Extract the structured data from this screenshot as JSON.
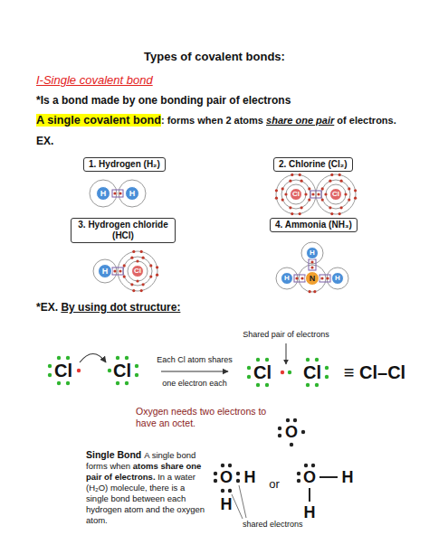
{
  "diagram": {
    "title": "Types of covalent bonds:",
    "nodes": [
      {
        "text": [
          "1. Hydrogen (H₂)"
        ]
      },
      {
        "text": [
          "H"
        ]
      },
      {
        "text": [
          "H"
        ]
      },
      {
        "text": [
          "2. Chlorine (Cl₂)"
        ]
      },
      {
        "text": [
          "Cl"
        ]
      },
      {
        "text": [
          "Cl"
        ]
      },
      {
        "text": [
          "3. Hydrogen chloride (HCl)"
        ]
      },
      {
        "text": [
          "H"
        ]
      },
      {
        "text": [
          "Cl"
        ]
      },
      {
        "text": [
          "4. Ammonia (NH₃)"
        ]
      },
      {
        "text": [
          "H"
        ]
      },
      {
        "text": [
          "H"
        ]
      },
      {
        "text": [
          "N"
        ]
      },
      {
        "text": [
          "H"
        ]
      }
    ],
    "labels": [
      "I-Single covalent bond",
      "*Is a bond made by one bonding pair of electrons",
      "A single covalent bond",
      ": forms when 2 atoms",
      "share one pair",
      "of electrons.",
      "EX.",
      "*EX.",
      "By using dot structure:",
      "Cl",
      "Cl",
      "Each Cl atom shares",
      "one electron each",
      "Shared pair of electrons",
      "Cl",
      "Cl",
      "≡ Cl–Cl",
      "Oxygen needs two electrons to have an octet.",
      "O",
      "Single Bond",
      "A single bond forms when",
      "atoms share one pair of electrons.",
      "In a water (H₂O) molecule, there is a single bond between each hydrogen atom and the oxygen atom.",
      "O",
      "H",
      "H",
      "or",
      "O",
      "H",
      "H",
      "shared electrons"
    ]
  }
}
